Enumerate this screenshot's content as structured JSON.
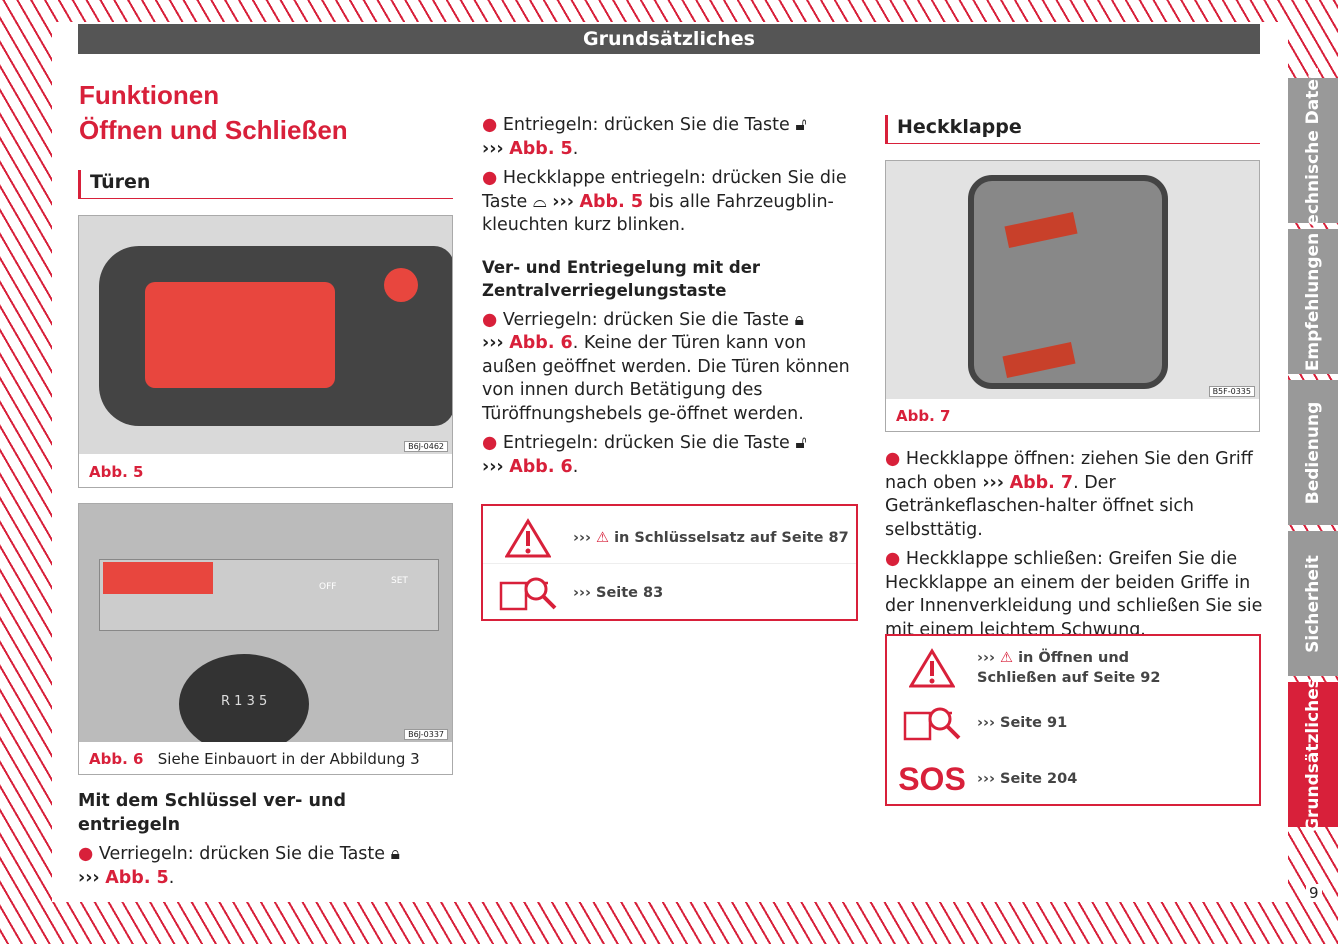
{
  "header": {
    "title": "Grundsätzliches"
  },
  "title": {
    "line1": "Funktionen",
    "line2": "Öffnen und Schließen"
  },
  "left": {
    "section": "Türen",
    "fig5": {
      "code": "B6J-0462",
      "label": "Abb. 5"
    },
    "fig6": {
      "code": "B6J-0337",
      "label": "Abb. 6",
      "caption": "Siehe Einbauort in der Abbildung 3",
      "gear": "R 1 3 5",
      "off": "OFF",
      "set": "SET"
    },
    "subheading": "Mit dem Schlüssel ver- und entriegeln",
    "bullet1": "Verriegeln: drücken Sie die Taste",
    "bullet1_ref": "Abb. 5"
  },
  "middle": {
    "b1": "Entriegeln: drücken Sie die Taste",
    "b1_ref": "Abb. 5",
    "b2a": "Heckklappe entriegeln: drücken Sie die Taste",
    "b2_ref": "Abb. 5",
    "b2b": "bis alle Fahrzeugblin-kleuchten kurz blinken.",
    "subheading": "Ver- und Entriegelung mit der Zentralverriegelungstaste",
    "b3": "Verriegeln: drücken Sie die Taste",
    "b3_ref": "Abb. 6",
    "b3b": ". Keine der Türen kann von außen geöffnet werden. Die Türen können von innen durch Betätigung des Türöffnungshebels ge-öffnet werden.",
    "b4": "Entriegeln: drücken Sie die Taste",
    "b4_ref": "Abb. 6",
    "box": {
      "warning": "in Schlüsselsatz auf Seite 87",
      "book": "Seite 83"
    }
  },
  "right": {
    "section": "Heckklappe",
    "fig7": {
      "code": "B5F-0335",
      "label": "Abb. 7"
    },
    "b1a": "Heckklappe öffnen: ziehen Sie den Griff nach oben",
    "b1_ref": "Abb. 7",
    "b1b": ". Der Getränkeflaschen-halter öffnet sich selbsttätig.",
    "b2": "Heckklappe schließen: Greifen Sie die Heckklappe an einem der beiden Griffe in der Innenverkleidung und schließen Sie sie mit einem leichtem Schwung.",
    "box": {
      "warning": "in Öffnen und Schließen auf Seite 92",
      "book": "Seite 91",
      "sos_label": "SOS",
      "sos": "Seite 204"
    }
  },
  "tabs": [
    "Technische Daten",
    "Empfehlungen",
    "Bedienung",
    "Sicherheit",
    "Grundsätzliches"
  ],
  "page_number": "9",
  "arrow": "›››"
}
